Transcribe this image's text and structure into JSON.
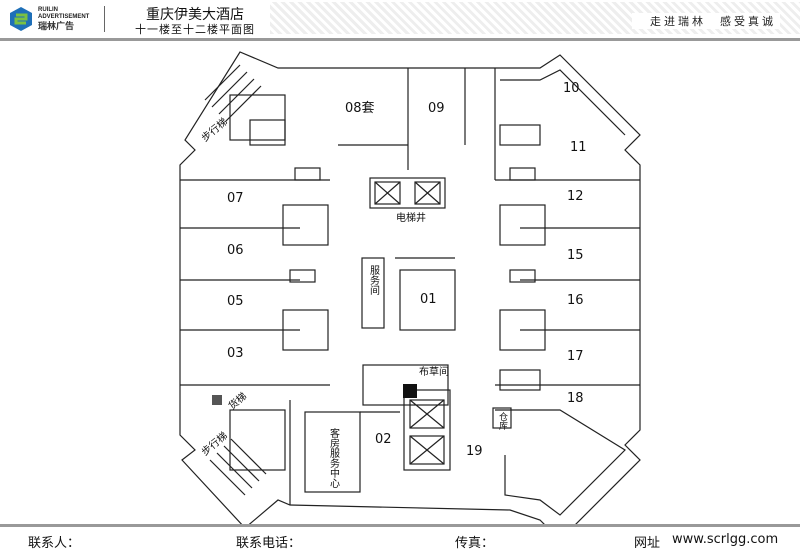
{
  "header": {
    "logo_text_1": "RUILIN",
    "logo_text_2": "ADVERTISEMENT",
    "logo_text_cn": "瑞林广告",
    "title": "重庆伊美大酒店",
    "subtitle": "十一楼至十二楼平面图",
    "slogan_1": "走进瑞林",
    "slogan_2": "感受真诚"
  },
  "plan": {
    "rooms": {
      "r01": "01",
      "r02": "02",
      "r03": "03",
      "r05": "05",
      "r06": "06",
      "r07": "07",
      "r08": "08套",
      "r09": "09",
      "r10": "10",
      "r11": "11",
      "r12": "12",
      "r15": "15",
      "r16": "16",
      "r17": "17",
      "r18": "18",
      "r19": "19"
    },
    "service_room": "服务间",
    "elevator_shaft": "电梯井",
    "linen_room": "布草间",
    "storage": "仓库",
    "housekeeping_center": "客房服务中心",
    "stairs_top": "步行梯",
    "stairs_bottom": "步行梯",
    "freight_elevator": "货梯"
  },
  "footer": {
    "contact": "联系人：",
    "phone": "联系电话：",
    "fax": "传真：",
    "website_label": "网址",
    "website": "www.scrlgg.com"
  }
}
